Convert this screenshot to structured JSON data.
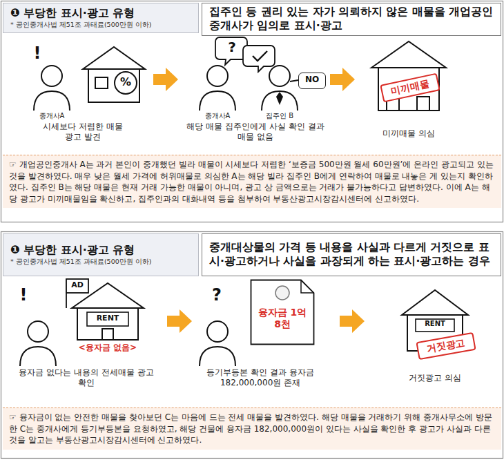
{
  "diagram": {
    "nodes": [
      {
        "text": [
          "❶ 부당한 표시·광고 유형",
          "* 공인중개사법 제51조 과태료(500만원 이하)"
        ]
      },
      {
        "text": [
          "집주인 등 권리 있는 자가 의뢰하지 않은 매물을 개업공인중개사가 임의로 표시·광고"
        ]
      },
      {
        "text": [
          "NO"
        ]
      },
      {
        "text": [
          "미끼매물"
        ]
      },
      {
        "text": [
          "☞ 개업공인중개사 A는 과거 본인이 중개했던 빌라 매물이 시세보다 저렴한 ‘보증금 500만원 월세 60만원’에 온라인 광고되고 있는 것을 발견하였다. 매우 낮은 월세 가격에 허위매물로 의심한 A는 해당 빌라 집주인 B에게 연락하여 매물로 내놓은 게 있는지 확인하였다. 집주인 B는 해당 매물은 현재 거래 가능한 매물이 아니며, 광고 상 금액으로는 거래가 불가능하다고 답변하였다. 이에 A는 해당 광고가 미끼매물임을 확신하고, 집주인과의 대화내역 등을 첨부하여 부동산광고시장감시센터에 신고하였다."
        ]
      },
      {
        "text": [
          "❶ 부당한 표시·광고 유형",
          "* 공인중개사법 제51조 과태료(500만원 이하)"
        ]
      },
      {
        "text": [
          "중개대상물의 가격 등 내용을 사실과 다르게 거짓으로 표시·광고하거나 사실을 과장되게 하는 표시·광고하는 경우"
        ]
      },
      {
        "text": [
          "융자금 1억 8천"
        ]
      },
      {
        "text": [
          "거짓광고"
        ]
      },
      {
        "text": [
          "☞ 융자금이 없는 안전한 매물을 찾아보던 C는 마음에 드는 전세 매물을 발견하였다. 해당 매물을 거래하기 위해 중개사무소에 방문한 C는 중개사에게 등기부등본을 요청하였고, 해당 건물에 융자금 182,000,000원이 있다는 사실을 확인한 후 광고가 사실과 다른 것을 알고는 부동산광고시장감시센터에 신고하였다."
        ]
      }
    ],
    "labels": [
      "!",
      "%",
      "중개사A",
      "시세보다 저렴한 매물 광고 발견",
      "?",
      "중개사A",
      "집주인 B",
      "해당 매물 집주인에게 사실 확인 결과 매물 없음",
      "미끼매물 의심",
      "!",
      "AD",
      "RENT",
      "<융자금 없음>",
      "융자금 없다는 내용의 전세매물 광고 확인",
      "?",
      "등기부등본 확인 결과 융자금 182,000,000원 존재",
      "RENT",
      "거짓광고 의심"
    ]
  }
}
